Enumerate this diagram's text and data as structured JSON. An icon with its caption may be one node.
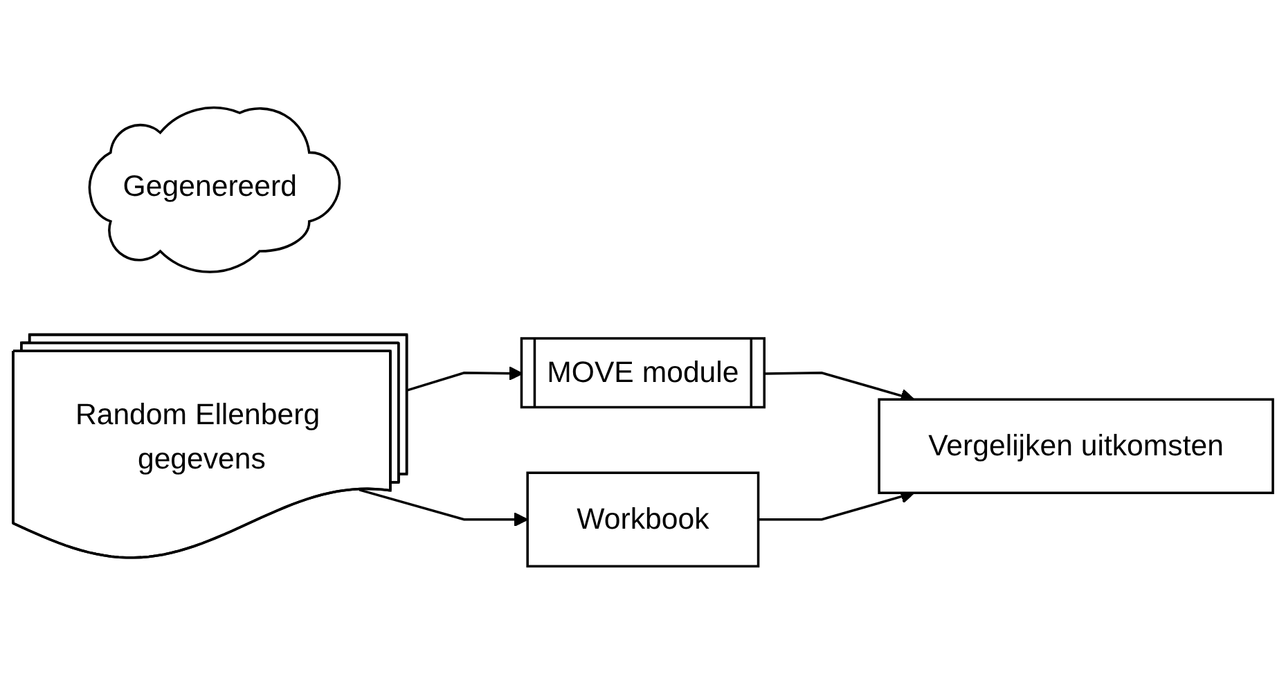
{
  "diagram": {
    "nodes": [
      {
        "text": [
          "Gegenereerd"
        ]
      },
      {
        "text": [
          "Random Ellenberg gegevens"
        ]
      },
      {
        "text": [
          "MOVE module"
        ]
      },
      {
        "text": [
          "Workbook"
        ]
      },
      {
        "text": [
          "Vergelijken uitkomsten"
        ]
      }
    ],
    "edges": [
      {
        "from": 1,
        "to": 2,
        "arrow": "to"
      },
      {
        "from": 1,
        "to": 3,
        "arrow": "to"
      },
      {
        "from": 2,
        "to": 4,
        "arrow": "to"
      },
      {
        "from": 3,
        "to": 4,
        "arrow": "to"
      }
    ]
  }
}
